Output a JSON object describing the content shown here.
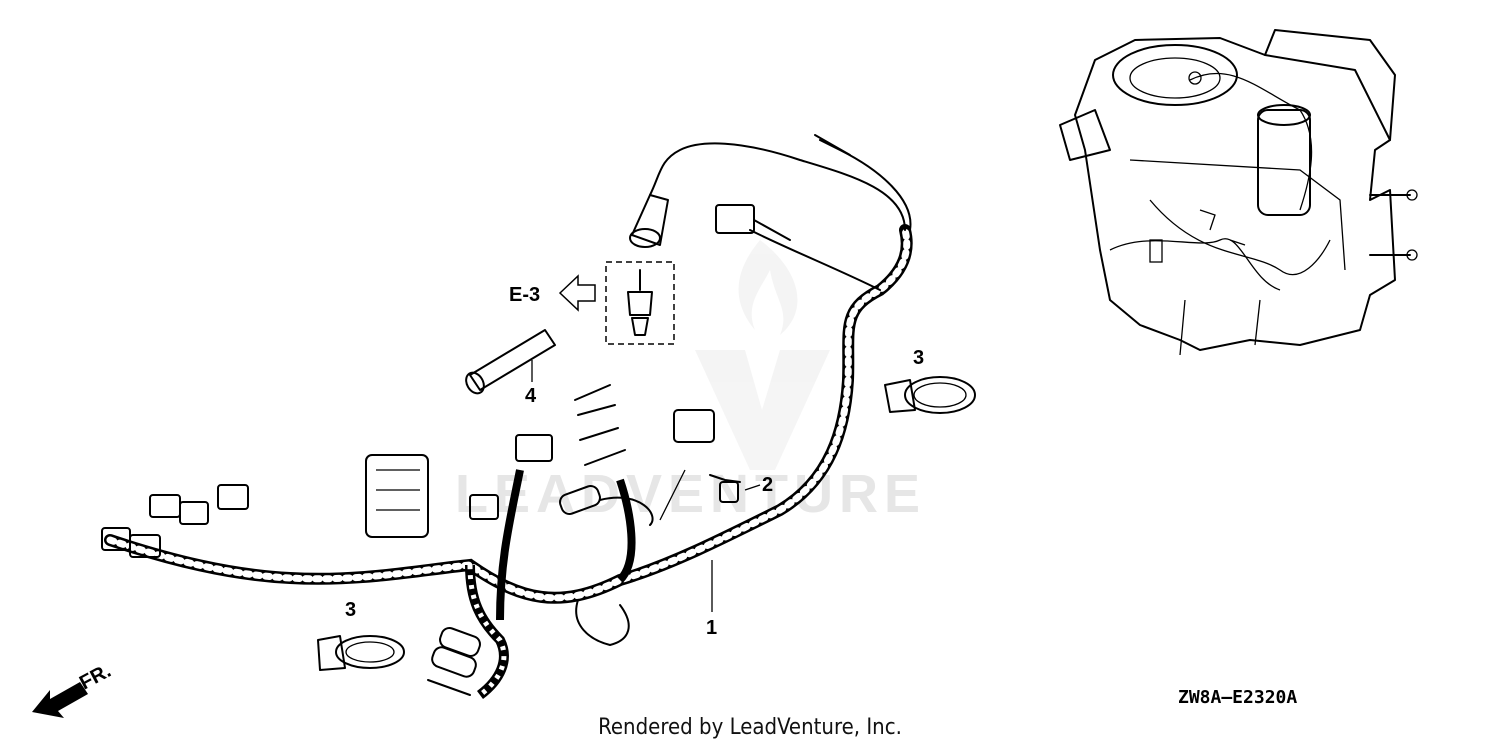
{
  "diagram": {
    "callouts": [
      {
        "id": "1",
        "label": "1"
      },
      {
        "id": "2",
        "label": "2"
      },
      {
        "id": "3a",
        "label": "3"
      },
      {
        "id": "3b",
        "label": "3"
      },
      {
        "id": "4",
        "label": "4"
      }
    ],
    "reference": "E-3",
    "direction_label": "FR.",
    "diagram_code": "ZW8A—E2320A",
    "watermark": "LEADVENTURE"
  },
  "footer": {
    "text": "Rendered by LeadVenture, Inc."
  }
}
